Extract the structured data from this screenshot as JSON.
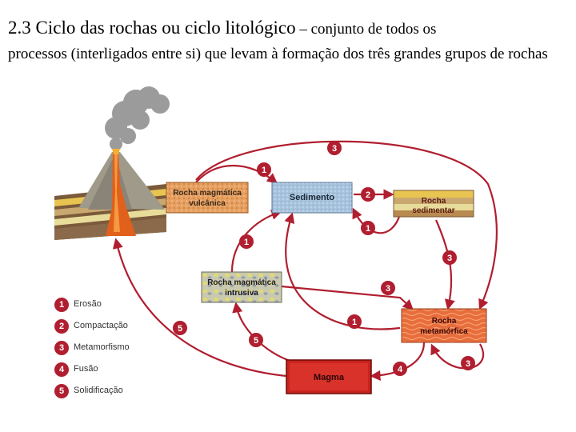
{
  "heading": {
    "title_bold": "2.3 Ciclo das rochas ou ciclo litológico",
    "title_rest": " – conjunto de todos os",
    "line2": "processos (interligados entre si) que levam à formação dos três grandes grupos de rochas"
  },
  "boxes": {
    "volcanic_line1": "Rocha magmática",
    "volcanic_line2": "vulcânica",
    "sediment": "Sedimento",
    "sedimentary_line1": "Rocha",
    "sedimentary_line2": "sedimentar",
    "intrusive_line1": "Rocha magmática",
    "intrusive_line2": "intrusiva",
    "metamorphic_line1": "Rocha",
    "metamorphic_line2": "metamórfica",
    "magma": "Magma"
  },
  "arrow_numbers": {
    "top3": "3",
    "volc_to_sed": "1",
    "sed_to_sedrock": "2",
    "sedrock_to_sed": "1",
    "intr_to_sed": "1",
    "sedrock_to_meta": "3",
    "intr_to_meta": "3",
    "meta_to_sed": "1",
    "magma_to_volc": "5",
    "magma_to_intr": "5",
    "meta_to_magma": "4",
    "meta_self": "3"
  },
  "legend": [
    {
      "num": "1",
      "label": "Erosão"
    },
    {
      "num": "2",
      "label": "Compactação"
    },
    {
      "num": "3",
      "label": "Metamorfismo"
    },
    {
      "num": "4",
      "label": "Fusão"
    },
    {
      "num": "5",
      "label": "Solidificação"
    }
  ],
  "colors": {
    "arrow": "#b01e2f",
    "volcanic_box": "#e8a060",
    "sediment_box": "#a9c4dd",
    "sedimentary_box": "#e8c450",
    "intrusive_box": "#c9c9b0",
    "metamorphic_box": "#e86d3c",
    "magma_box": "#c8231c"
  }
}
